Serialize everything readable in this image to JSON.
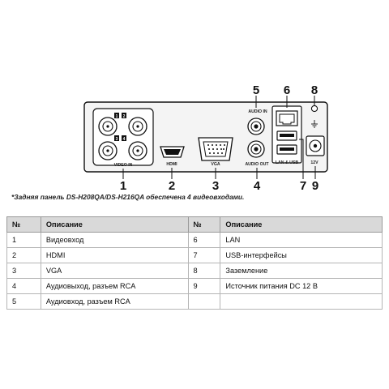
{
  "diagram": {
    "callouts": [
      "1",
      "2",
      "3",
      "4",
      "5",
      "6",
      "7",
      "8",
      "9"
    ],
    "port_labels": {
      "video_in": "VIDEO IN",
      "hdmi": "HDMI",
      "vga": "VGA",
      "audio_in": "AUDIO IN",
      "audio_out": "AUDIO OUT",
      "lan_usb": "LAN & USB",
      "power": "12V",
      "bnc_numbers": [
        "1",
        "2",
        "3",
        "4"
      ]
    },
    "icons": [
      "bnc-connector-icon",
      "hdmi-port-icon",
      "vga-port-icon",
      "rca-connector-icon",
      "lan-port-icon",
      "usb-port-icon",
      "ground-icon",
      "dc-power-jack-icon"
    ]
  },
  "note": "*Задняя панель DS-H208QA/DS-H216QA обеспечена 4 видеовходами.",
  "table": {
    "headers": [
      "№",
      "Описание",
      "№",
      "Описание"
    ],
    "rows": [
      [
        "1",
        "Видеовход",
        "6",
        "LAN"
      ],
      [
        "2",
        "HDMI",
        "7",
        "USB-интерфейсы"
      ],
      [
        "3",
        "VGA",
        "8",
        "Заземление"
      ],
      [
        "4",
        "Аудиовыход, разъем RCA",
        "9",
        "Источник питания DC 12 В"
      ],
      [
        "5",
        "Аудиовход, разъем RCA",
        "",
        ""
      ]
    ]
  }
}
